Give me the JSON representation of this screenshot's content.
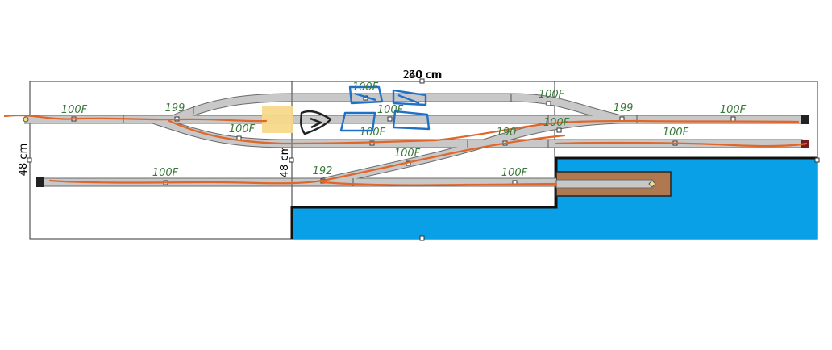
{
  "dimensions": {
    "width_label": "240 cm",
    "width_label_overlay": "80 cm",
    "height_label_left": "48 cm",
    "height_label_middle": "48 cm"
  },
  "track_labels": [
    {
      "id": "top-left",
      "text": "100F"
    },
    {
      "id": "top-left-turnout",
      "text": "199"
    },
    {
      "id": "top-center-blue",
      "text": "100F"
    },
    {
      "id": "top-right-siding",
      "text": "100F"
    },
    {
      "id": "top-right-turnout",
      "text": "199"
    },
    {
      "id": "top-right-far",
      "text": "100F"
    },
    {
      "id": "mid-left-curve",
      "text": "100F"
    },
    {
      "id": "mid-center-upper",
      "text": "100F"
    },
    {
      "id": "mid-center-lower",
      "text": "100F"
    },
    {
      "id": "mid-right-turnout",
      "text": "190"
    },
    {
      "id": "mid-right-small",
      "text": "100F"
    },
    {
      "id": "mid-far-right",
      "text": "100F"
    },
    {
      "id": "diagonal",
      "text": "100F"
    },
    {
      "id": "bottom-left",
      "text": "100F"
    },
    {
      "id": "bottom-turnout",
      "text": "192"
    },
    {
      "id": "bottom-right",
      "text": "100F"
    }
  ],
  "colors": {
    "track": "#c8c8c8",
    "orange_path": "#e0662a",
    "blue_sketch": "#2070c8",
    "yellow_block": "#f6d98a",
    "black_sketch": "#222222",
    "water": "#0aa0e8",
    "dock": "#b0784e"
  }
}
